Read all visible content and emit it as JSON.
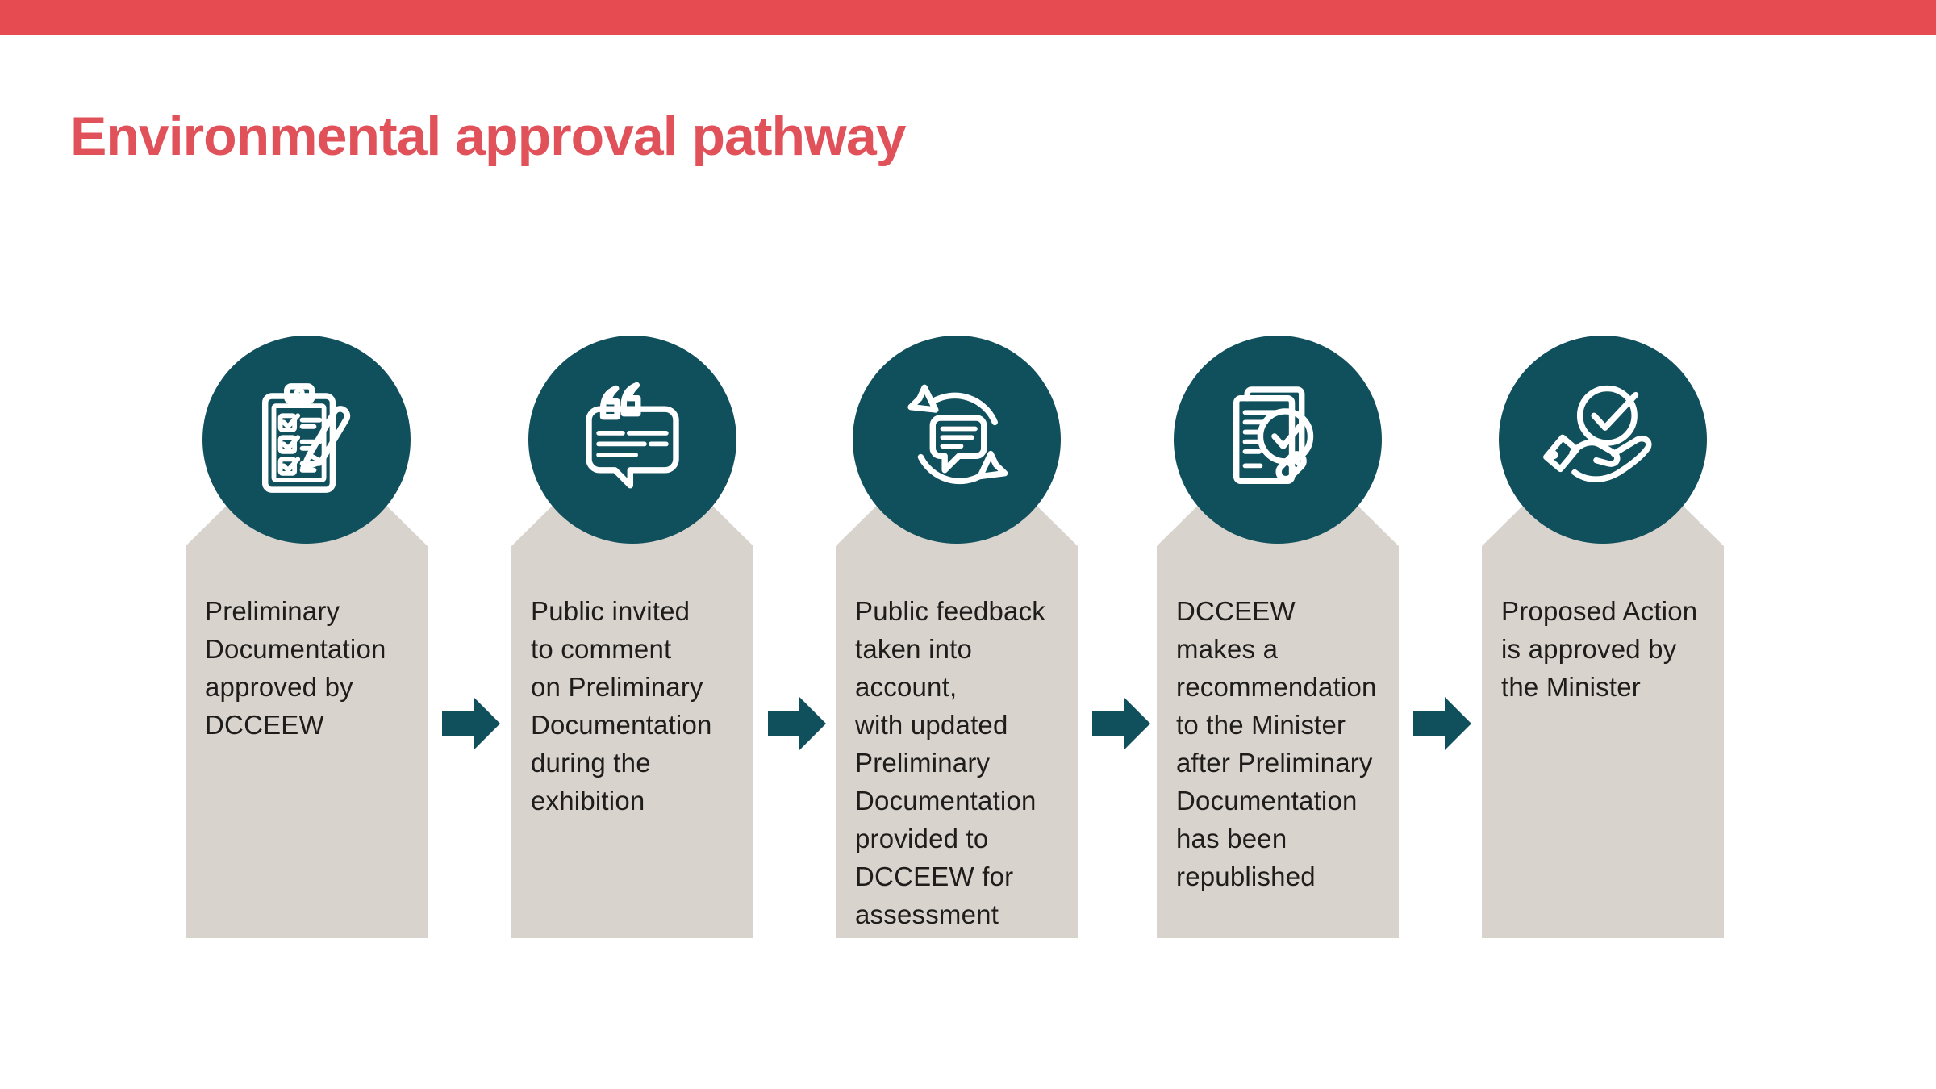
{
  "palette": {
    "background": "#ffffff",
    "top_bar": "#e74b52",
    "title_red": "#e0515a",
    "teal": "#104f5c",
    "card_fill": "#d8d3cc",
    "body_text": "#1e1d1b",
    "icon_stroke": "#ffffff"
  },
  "slide": {
    "title": {
      "text": "Environmental approval pathway"
    }
  },
  "steps": [
    {
      "id": 1,
      "icon": "clipboard-checklist-icon",
      "text": "Preliminary\nDocumentation\napproved by\nDCCEEW"
    },
    {
      "id": 2,
      "icon": "quote-bubble-icon",
      "text": "Public invited\nto comment\non Preliminary\nDocumentation\nduring the\nexhibition"
    },
    {
      "id": 3,
      "icon": "feedback-loop-bubble-icon",
      "text": "Public feedback\ntaken into\naccount,\nwith updated\nPreliminary\nDocumentation\nprovided to\nDCCEEW for\nassessment"
    },
    {
      "id": 4,
      "icon": "document-review-magnifier-icon",
      "text": "DCCEEW\nmakes a\nrecommendation\nto the Minister\nafter Preliminary\nDocumentation\nhas been\nrepublished"
    },
    {
      "id": 5,
      "icon": "hand-holding-check-icon",
      "text": "Proposed Action\nis approved by\nthe Minister"
    }
  ],
  "connectors": {
    "count": 4,
    "direction": "right"
  }
}
